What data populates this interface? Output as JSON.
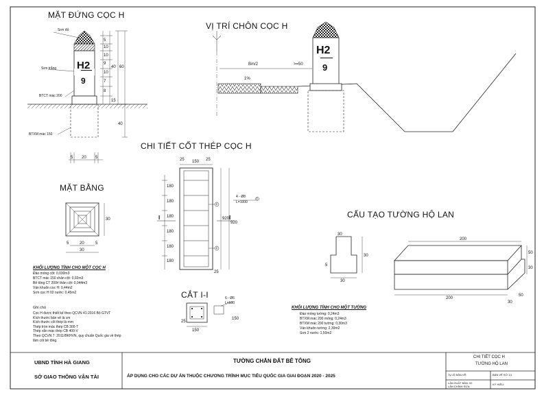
{
  "titles": {
    "mat_dung": "MẶT ĐỨNG CỌC H",
    "vi_tri": "VỊ TRÍ CHÔN CỌC H",
    "chi_tiet": "CHI TIẾT CỐT THÉP CỌC H",
    "mat_bang": "MẶT BẰNG",
    "cau_tao": "CẤU TẠO TƯỜNG HỘ LAN",
    "cat": "CẮT I-I"
  },
  "post": {
    "code": "H2",
    "number": "9"
  },
  "elevation": {
    "labels": {
      "son_do": "Sơn đỏ",
      "son_trang": "Sơn trắng",
      "btct": "BTCT mác 200",
      "btxm": "BTXM mác 150"
    },
    "dims_right": [
      "5",
      "10",
      "10",
      "9",
      "10",
      "7",
      "8",
      "40",
      "60",
      "15"
    ],
    "dims_bottom": [
      "5",
      "20",
      "5"
    ],
    "dim_below": "40"
  },
  "position": {
    "bm2": "Bm/2",
    "min_dist": ">=50",
    "slope": "1%"
  },
  "rebar": {
    "dims_top": [
      "25",
      "150",
      "25"
    ],
    "dims_left": [
      "180",
      "180",
      "180",
      "180",
      "180",
      "180"
    ],
    "dims_right": [
      "920",
      "920"
    ],
    "bottom": "25",
    "callout1": "4 - Ø8",
    "callout1b": "L=1000",
    "marks": [
      "1",
      "2",
      "2"
    ],
    "cut": "I"
  },
  "plan": {
    "dim_w": "20",
    "dim_w2": "30",
    "dim_h": "30",
    "dims_small": [
      "5",
      "5"
    ]
  },
  "cut_section": {
    "callout": "6 - Ø6",
    "callout_b": "L=600",
    "dims": [
      "150",
      "150"
    ],
    "side": "25"
  },
  "wall": {
    "dims_top": [
      "200"
    ],
    "dims_bottom": [
      "200"
    ],
    "dims_side": [
      "50",
      "30",
      "50",
      "30"
    ],
    "small": [
      "30",
      "5",
      "30",
      "30"
    ]
  },
  "qty_post": {
    "title": "KHỐI LƯỢNG TÍNH CHO MỘT CỌC H",
    "rows": [
      "Đào móng cột: 0,030m3",
      "BTCT mác 150 chân cột: 0,02m3",
      "Bê tông CT 200# thân cột: 0,044m3",
      "Ván khuôn cọc H: 0,44m2",
      "Sơn cọc H 02 nước: 0,45m2"
    ]
  },
  "notes": {
    "title": "Ghi chú",
    "rows": [
      "Cọc H được thiết kế theo QCVN 41:2016 Bộ GTVT",
      "Kích thước bản vẽ là cm",
      "Kích thước cốt thép là mm",
      "Thép tròn mác thép CB 300-T",
      "Thép vằn mác thép CB 400-V",
      "Theo QCVN 7: 2011/BKHVN, quy chuẩn Quốc gia về thép",
      "làm cốt bê tông."
    ]
  },
  "qty_wall": {
    "title": "KHỐI LƯỢNG TÍNH CHO MỘT TƯỜNG",
    "rows": [
      "Đào móng tường:        0,24m3",
      "BTXM mác 200 móng:  0,24m3",
      "BTXM mác 200 tường: 0,30m3",
      "Ván khuôn tường:         2,30m2",
      "Sơn 2 nước:                  1,50m2"
    ]
  },
  "titleblock": {
    "org1": "UBND TỈNH HÀ GIANG",
    "org2": "SỞ GIAO THÔNG VẬN TẢI",
    "project1": "TƯỜNG CHẮN ĐẤT BÊ TÔNG",
    "project2": "ÁP DỤNG CHO CÁC DỰ ÁN THUỘC CHƯƠNG TRÌNH MỤC TIÊU QUỐC GIA GIAI ĐOẠN 2020 - 2025",
    "drawing1": "CHI TIẾT CỌC H",
    "drawing2": "TƯỜNG HỘ LAN",
    "scale": "Tỷ LỆ BẢN VẼ:",
    "sheet": "BẢN VẼ SỐ: 21",
    "issue": "LẦN XUẤT BẢN: 02",
    "revision": "LẦN CHỈNH SỬA:",
    "sign": "KÝ HIỆU:"
  }
}
